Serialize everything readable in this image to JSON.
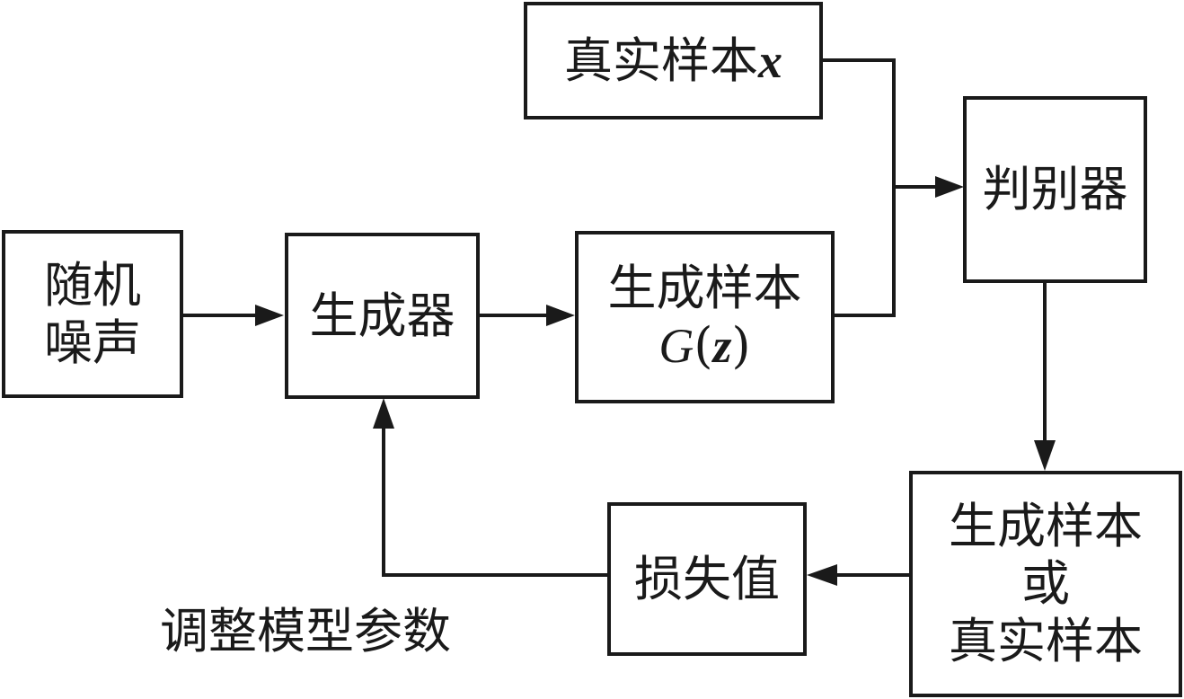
{
  "nodes": {
    "random_noise": {
      "line1": "随机",
      "line2": "噪声"
    },
    "generator": {
      "label": "生成器"
    },
    "generated_sample": {
      "line1": "生成样本",
      "formula_main": "G",
      "formula_open": "(",
      "formula_var": "z",
      "formula_close": ")"
    },
    "real_sample": {
      "label": "真实样本",
      "var": "x"
    },
    "discriminator": {
      "label": "判别器"
    },
    "output": {
      "line1": "生成样本",
      "line2": "或",
      "line3": "真实样本"
    },
    "loss": {
      "label": "损失值"
    }
  },
  "edge_labels": {
    "feedback": "调整模型参数"
  },
  "colors": {
    "stroke": "#1a1a1a",
    "background": "#ffffff"
  }
}
